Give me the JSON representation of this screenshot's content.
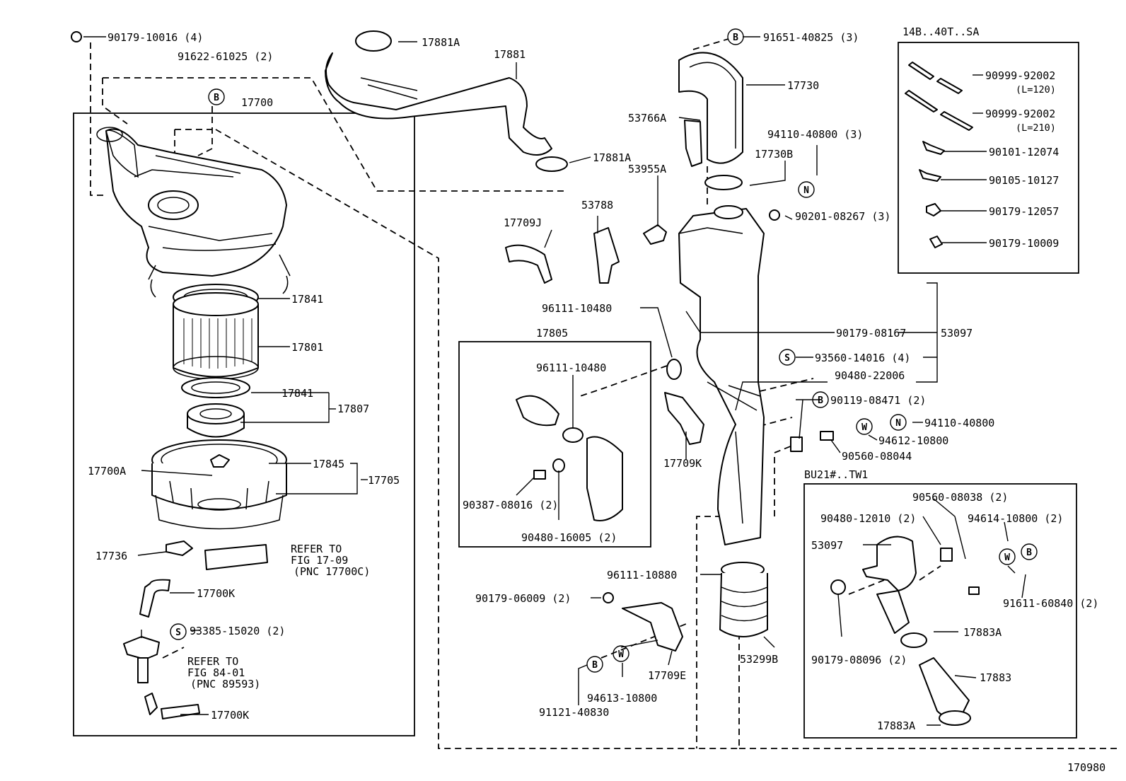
{
  "diagram_number": "170980",
  "inset_headers": {
    "top_right": "14B..40T..SA",
    "bottom_right": "BU21#..TW1"
  },
  "refer_notes": [
    {
      "line1": "REFER TO",
      "line2": "FIG 17-09",
      "line3": "(PNC 17700C)"
    },
    {
      "line1": "REFER TO",
      "line2": "FIG 84-01",
      "line3": "(PNC 89593)"
    }
  ],
  "labels": {
    "p90179_10016": "90179-10016 (4)",
    "p91622_61025": "91622-61025 (2)",
    "p17700": "17700",
    "p17881A_top": "17881A",
    "p17881": "17881",
    "p17881A_mid": "17881A",
    "p91651_40825": "91651-40825 (3)",
    "p17730": "17730",
    "p53766A": "53766A",
    "p94110_40800_3": "94110-40800 (3)",
    "p17730B": "17730B",
    "p53955A": "53955A",
    "p90201_08267": "90201-08267 (3)",
    "p53788": "53788",
    "p17709J": "17709J",
    "p17841_top": "17841",
    "p17801": "17801",
    "p17841_bot": "17841",
    "p17807": "17807",
    "p17845": "17845",
    "p17700A": "17700A",
    "p17705": "17705",
    "p17736": "17736",
    "p17700K_top": "17700K",
    "p93385_15020": "93385-15020 (2)",
    "p17700K_bot": "17700K",
    "p96111_10480_a": "96111-10480",
    "p17805": "17805",
    "p96111_10480_b": "96111-10480",
    "p90387_08016": "90387-08016 (2)",
    "p90480_16005": "90480-16005 (2)",
    "p90179_08167": "90179-08167",
    "p53097": "53097",
    "p93560_14016": "93560-14016 (4)",
    "p90480_22006": "90480-22006",
    "p90119_08471": "90119-08471 (2)",
    "p94110_40800": "94110-40800",
    "p94612_10800": "94612-10800",
    "p90560_08044": "90560-08044",
    "p17709K": "17709K",
    "p96111_10880": "96111-10880",
    "p90179_06009": "90179-06009 (2)",
    "p17709E": "17709E",
    "p94613_10800": "94613-10800",
    "p91121_40830": "91121-40830",
    "p53299B": "53299B",
    "p90999_92002_a": "90999-92002",
    "p90999_92002_a_len": "(L=120)",
    "p90999_92002_b": "90999-92002",
    "p90999_92002_b_len": "(L=210)",
    "p90101_12074": "90101-12074",
    "p90105_10127": "90105-10127",
    "p90179_12057": "90179-12057",
    "p90179_10009": "90179-10009",
    "p90560_08038": "90560-08038 (2)",
    "p90480_12010": "90480-12010 (2)",
    "p94614_10800": "94614-10800 (2)",
    "p53097_inset": "53097",
    "p91611_60840": "91611-60840 (2)",
    "p17883A_a": "17883A",
    "p90179_08096": "90179-08096 (2)",
    "p17883": "17883",
    "p17883A_b": "17883A"
  },
  "markers": {
    "B": "B",
    "S": "S",
    "N": "N",
    "W": "W"
  }
}
